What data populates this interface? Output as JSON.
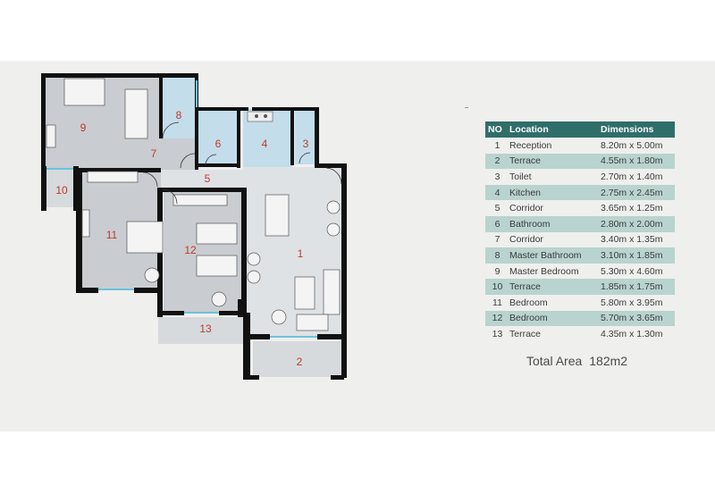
{
  "floor_plan": {
    "rooms": [
      {
        "no": "1",
        "label": "1"
      },
      {
        "no": "2",
        "label": "2"
      },
      {
        "no": "3",
        "label": "3"
      },
      {
        "no": "4",
        "label": "4"
      },
      {
        "no": "5",
        "label": "5"
      },
      {
        "no": "6",
        "label": "6"
      },
      {
        "no": "7",
        "label": "7"
      },
      {
        "no": "8",
        "label": "8"
      },
      {
        "no": "9",
        "label": "9"
      },
      {
        "no": "10",
        "label": "10"
      },
      {
        "no": "11",
        "label": "11"
      },
      {
        "no": "12",
        "label": "12"
      },
      {
        "no": "13",
        "label": "13"
      }
    ],
    "colors": {
      "wall": "#111111",
      "room_fill": "#c9ccd0",
      "living_fill": "#dfe2e4",
      "wet_fill": "#c3ddeb",
      "terrace_fill": "#d7dadc",
      "window": "#6cc3dc",
      "label": "#c0392b"
    }
  },
  "legend": {
    "header": {
      "no": "NO",
      "location": "Location",
      "dimensions": "Dimensions"
    },
    "rows": [
      {
        "no": "1",
        "location": "Reception",
        "dimensions": "8.20m x 5.00m"
      },
      {
        "no": "2",
        "location": "Terrace",
        "dimensions": "4.55m x 1.80m"
      },
      {
        "no": "3",
        "location": "Toilet",
        "dimensions": "2.70m x 1.40m"
      },
      {
        "no": "4",
        "location": "Kitchen",
        "dimensions": "2.75m x 2.45m"
      },
      {
        "no": "5",
        "location": "Corridor",
        "dimensions": "3.65m x 1.25m"
      },
      {
        "no": "6",
        "location": "Bathroom",
        "dimensions": "2.80m x 2.00m"
      },
      {
        "no": "7",
        "location": "Corridor",
        "dimensions": "3.40m x 1.35m"
      },
      {
        "no": "8",
        "location": "Master Bathroom",
        "dimensions": "3.10m x 1.85m"
      },
      {
        "no": "9",
        "location": "Master Bedroom",
        "dimensions": "5.30m x 4.60m"
      },
      {
        "no": "10",
        "location": "Terrace",
        "dimensions": "1.85m x 1.75m"
      },
      {
        "no": "11",
        "location": "Bedroom",
        "dimensions": "5.80m x 3.95m"
      },
      {
        "no": "12",
        "location": "Bedroom",
        "dimensions": "5.70m x 3.65m"
      },
      {
        "no": "13",
        "location": "Terrace",
        "dimensions": "4.35m x 1.30m"
      }
    ],
    "colors": {
      "header_bg": "#2f6e69",
      "alt_row_bg": "#b9d3ce"
    }
  },
  "total": {
    "label": "Total Area",
    "value": "182m2"
  }
}
